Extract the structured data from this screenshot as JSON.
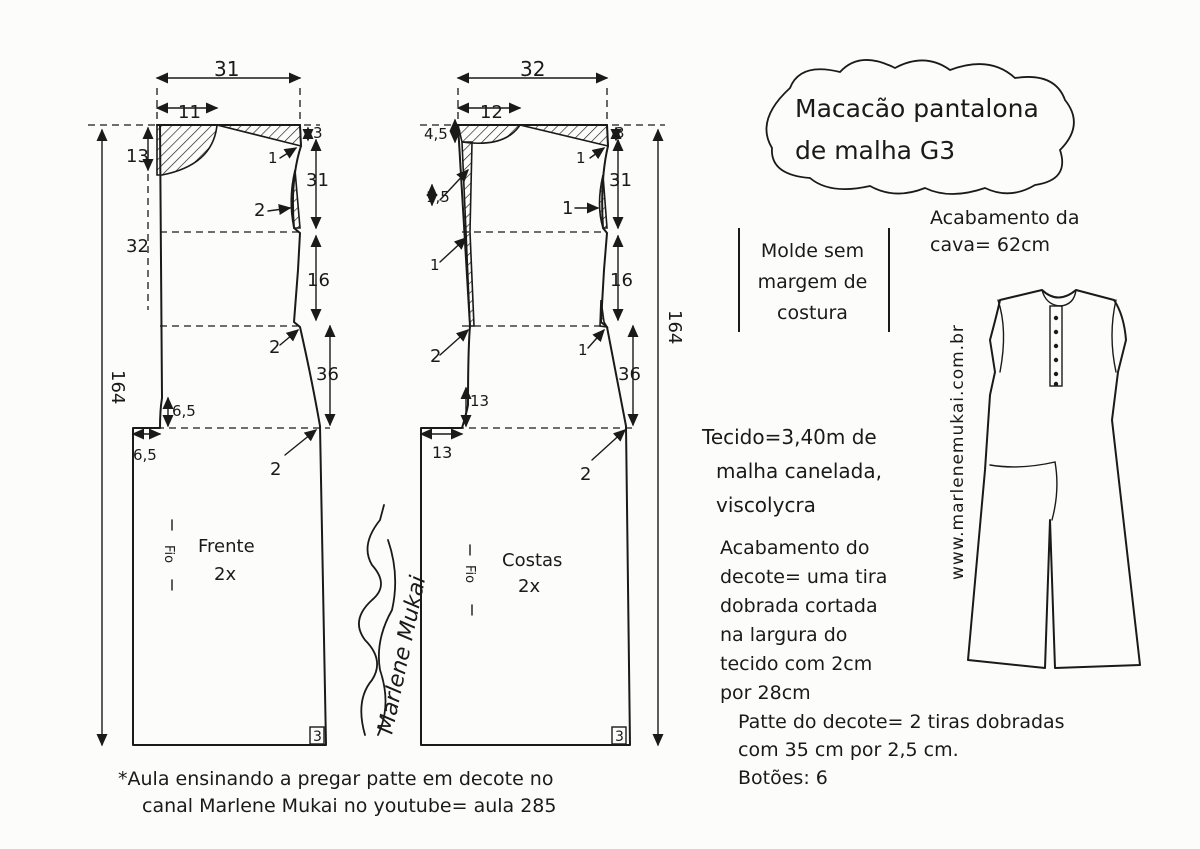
{
  "title": "Macacão pantalona de malha G3",
  "acabamento_cava": "Acabamento da cava= 62cm",
  "molde_note": "Molde sem margem de costura",
  "website": "www.marlenemukai.com.br",
  "fabric": [
    "Tecido=3,40m de",
    "malha canelada,",
    "viscolycra"
  ],
  "finish_neck": {
    "heading": "Acabamento do decote",
    "lines": [
      "Acabamento do",
      "decote= uma tira",
      "dobrada cortada",
      "na largura do",
      "tecido com 2cm",
      "por 28cm"
    ]
  },
  "placket": [
    "Patte do decote= 2 tiras dobradas",
    "com 35 cm por 2,5 cm."
  ],
  "buttons": "Botões: 6",
  "footer": [
    "*Aula ensinando a pregar patte em decote no",
    "canal Marlene Mukai no youtube= aula 285"
  ],
  "signature": "Marlene Mukai",
  "front": {
    "label": "Frente",
    "qty": "2x",
    "grain": "Fio",
    "width": "31",
    "neck_w": "11",
    "neck_d": "13",
    "shoulder_drop": "3",
    "armhole": "31",
    "bust_curve": "2",
    "waist": "16",
    "hip": "36",
    "crotch_d": "6,5",
    "crotch_w": "6,5",
    "body_len": "32",
    "total": "164",
    "dev1": "1",
    "dev2": "2",
    "dev3": "2",
    "hem": "3"
  },
  "back": {
    "label": "Costas",
    "qty": "2x",
    "grain": "Fio",
    "width": "32",
    "neck_w": "12",
    "neck_d": "4,5",
    "shoulder_drop": "3",
    "armhole": "31",
    "center_in": "1,5",
    "bust_curve": "1",
    "waist": "16",
    "hip": "36",
    "crotch_d": "13",
    "crotch_w": "13",
    "total": "164",
    "dev1": "1",
    "dev2": "1",
    "dev3": "2",
    "dev4": "2",
    "dev5": "1",
    "hem": "3"
  }
}
